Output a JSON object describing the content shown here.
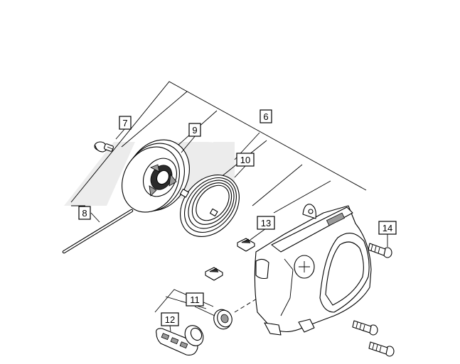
{
  "callouts": [
    {
      "id": "c6",
      "label": "6"
    },
    {
      "id": "c7",
      "label": "7"
    },
    {
      "id": "c8",
      "label": "8"
    },
    {
      "id": "c9",
      "label": "9"
    },
    {
      "id": "c10",
      "label": "10"
    },
    {
      "id": "c11",
      "label": "11"
    },
    {
      "id": "c12",
      "label": "12"
    },
    {
      "id": "c13",
      "label": "13"
    },
    {
      "id": "c14",
      "label": "14"
    }
  ],
  "colors": {
    "line": "#000000",
    "background": "#ffffff",
    "watermark": "#eeeeee"
  },
  "watermark_icon": "logo-watermark"
}
